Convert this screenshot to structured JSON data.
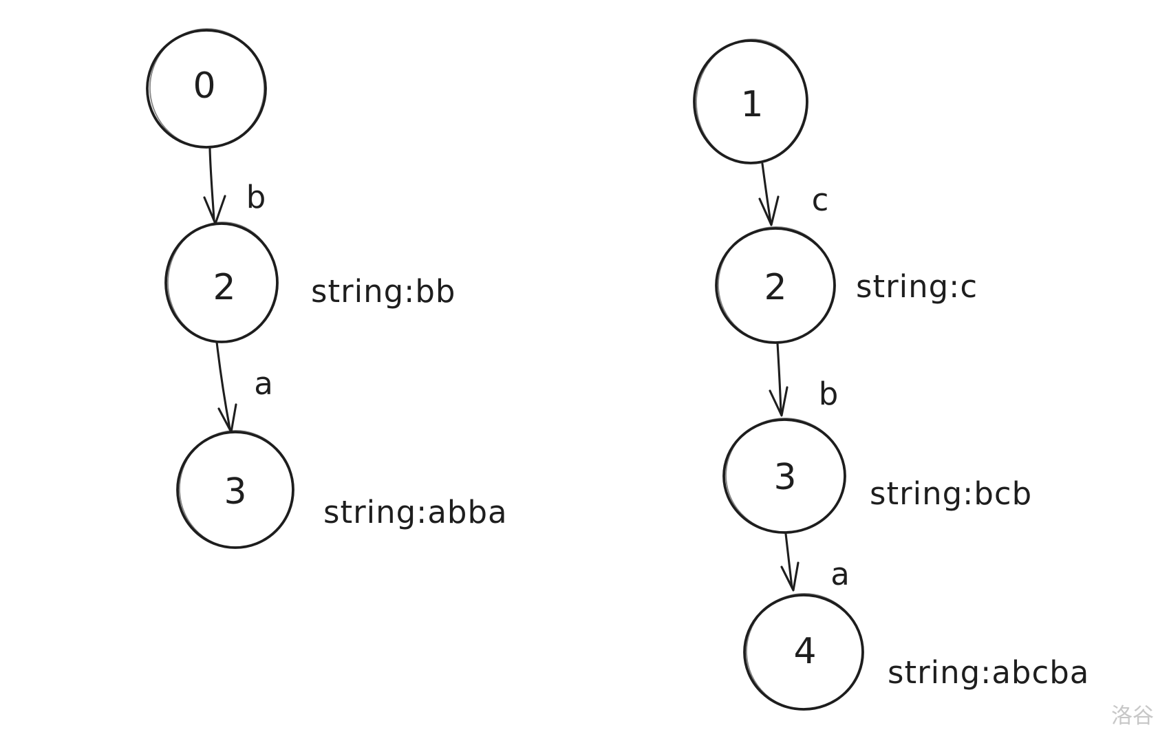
{
  "colors": {
    "background": "#ffffff",
    "stroke": "#1e1e1e",
    "watermark": "#c7c7c7"
  },
  "left_graph": {
    "nodes": [
      {
        "id": "0",
        "annotation": ""
      },
      {
        "id": "2",
        "annotation": "string:bb"
      },
      {
        "id": "3",
        "annotation": "string:abba"
      }
    ],
    "edges": [
      {
        "from": "0",
        "to": "2",
        "label": "b"
      },
      {
        "from": "2",
        "to": "3",
        "label": "a"
      }
    ]
  },
  "right_graph": {
    "nodes": [
      {
        "id": "1",
        "annotation": ""
      },
      {
        "id": "2",
        "annotation": "string:c"
      },
      {
        "id": "3",
        "annotation": "string:bcb"
      },
      {
        "id": "4",
        "annotation": "string:abcba"
      }
    ],
    "edges": [
      {
        "from": "1",
        "to": "2",
        "label": "c"
      },
      {
        "from": "2",
        "to": "3",
        "label": "b"
      },
      {
        "from": "3",
        "to": "4",
        "label": "a"
      }
    ]
  },
  "watermark": "洛谷"
}
